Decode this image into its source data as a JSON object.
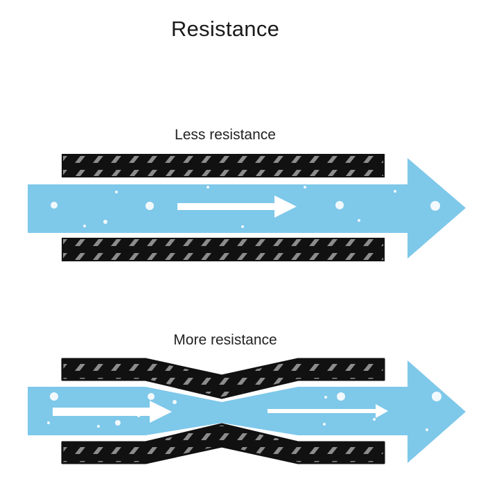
{
  "title": "Resistance",
  "panels": [
    {
      "label": "Less resistance"
    },
    {
      "label": "More resistance"
    }
  ],
  "colors": {
    "flow": "#7ec8ea",
    "wall": "#111111",
    "stripe": "#8c8c8c",
    "arrow": "#ffffff"
  }
}
